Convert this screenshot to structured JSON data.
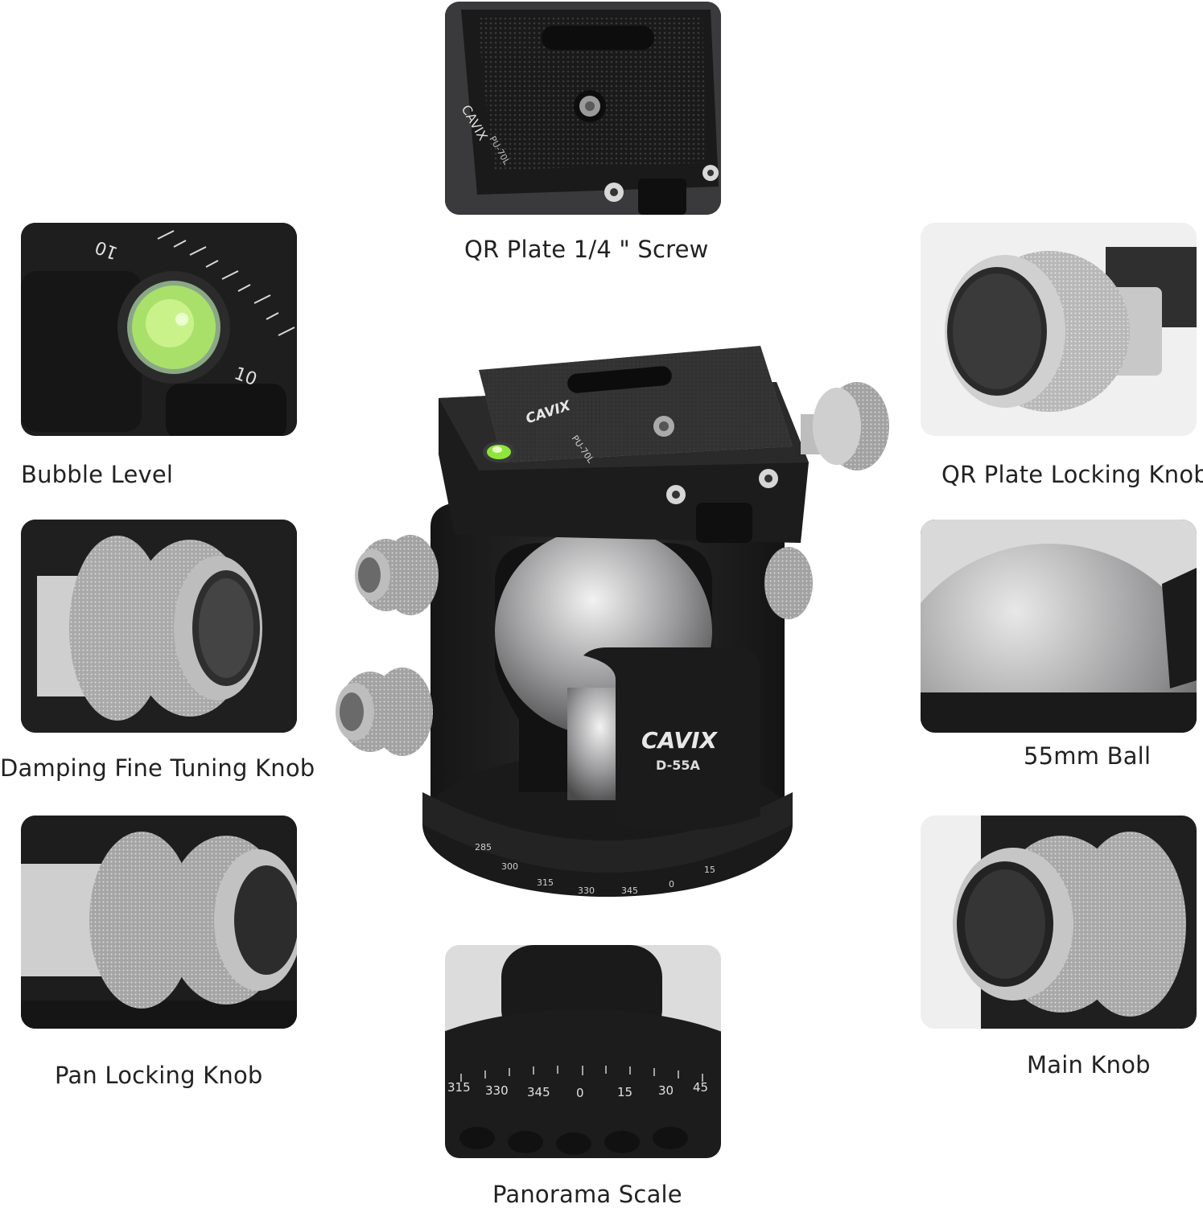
{
  "features": {
    "qr_screw": {
      "label": "QR Plate 1/4 \" Screw",
      "icon": "qr-plate-screw-photo"
    },
    "bubble_level": {
      "label": "Bubble Level",
      "icon": "bubble-level-photo"
    },
    "qr_locking_knob": {
      "label": "QR Plate Locking Knob",
      "icon": "locking-knob-photo"
    },
    "damping_knob": {
      "label": "Damping Fine Tuning Knob",
      "icon": "damping-knob-photo"
    },
    "ball": {
      "label": "55mm Ball",
      "icon": "ball-photo"
    },
    "pan_knob": {
      "label": "Pan Locking Knob",
      "icon": "pan-knob-photo"
    },
    "main_knob": {
      "label": "Main Knob",
      "icon": "main-knob-photo"
    },
    "panorama": {
      "label": "Panorama Scale",
      "icon": "panorama-scale-photo"
    }
  },
  "product": {
    "brand": "CAVIX",
    "model": "D-55A",
    "plate_model": "PU-70L",
    "scale_marks": [
      "285",
      "300",
      "315",
      "330",
      "345",
      "0",
      "15"
    ],
    "panorama_marks": [
      "315",
      "330",
      "345",
      "0",
      "15",
      "30",
      "45"
    ],
    "level_marks": [
      "10",
      "10"
    ]
  },
  "colors": {
    "body_black": "#1d1d1f",
    "metal_silver": "#b9bbbd",
    "bubble_green": "#8fe63a"
  }
}
